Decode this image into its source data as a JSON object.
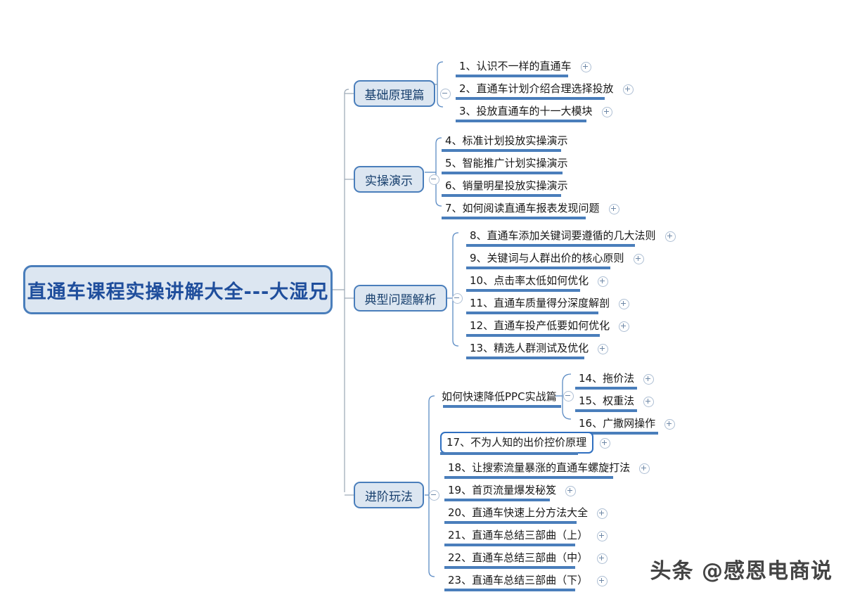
{
  "mindmap": {
    "root": {
      "label": "直通车课程实操讲解大全---大湿兄"
    },
    "branches": [
      {
        "label": "基础原理篇",
        "toggle": "collapse-icon",
        "items": [
          {
            "label": "1、认识不一样的直通车",
            "toggle": "expand-icon"
          },
          {
            "label": "2、直通车计划介绍合理选择投放",
            "toggle": "expand-icon"
          },
          {
            "label": "3、投放直通车的十一大模块",
            "toggle": "expand-icon"
          }
        ]
      },
      {
        "label": "实操演示",
        "toggle": "collapse-icon",
        "items": [
          {
            "label": "4、标准计划投放实操演示",
            "toggle": "none"
          },
          {
            "label": "5、智能推广计划实操演示",
            "toggle": "none"
          },
          {
            "label": "6、销量明星投放实操演示",
            "toggle": "none"
          },
          {
            "label": "7、如何阅读直通车报表发现问题",
            "toggle": "expand-icon"
          }
        ]
      },
      {
        "label": "典型问题解析",
        "toggle": "collapse-icon",
        "items": [
          {
            "label": "8、直通车添加关键词要遵循的几大法则",
            "toggle": "expand-icon"
          },
          {
            "label": "9、关键词与人群出价的核心原则",
            "toggle": "expand-icon"
          },
          {
            "label": "10、点击率太低如何优化",
            "toggle": "expand-icon"
          },
          {
            "label": "11、直通车质量得分深度解剖",
            "toggle": "expand-icon"
          },
          {
            "label": "12、直通车投产低要如何优化",
            "toggle": "expand-icon"
          },
          {
            "label": "13、精选人群测试及优化",
            "toggle": "expand-icon"
          }
        ]
      },
      {
        "label": "进阶玩法",
        "toggle": "collapse-icon",
        "subbranch": {
          "label": "如何快速降低PPC实战篇",
          "toggle": "collapse-icon",
          "items": [
            {
              "label": "14、拖价法",
              "toggle": "expand-icon"
            },
            {
              "label": "15、权重法",
              "toggle": "expand-icon"
            },
            {
              "label": "16、广撒网操作",
              "toggle": "expand-icon"
            }
          ]
        },
        "items": [
          {
            "label": "17、不为人知的出价控价原理",
            "toggle": "expand-icon",
            "selected": true
          },
          {
            "label": "18、让搜索流量暴涨的直通车螺旋打法",
            "toggle": "expand-icon"
          },
          {
            "label": "19、首页流量爆发秘笈",
            "toggle": "expand-icon"
          },
          {
            "label": "20、直通车快速上分方法大全",
            "toggle": "expand-icon"
          },
          {
            "label": "21、直通车总结三部曲（上）",
            "toggle": "expand-icon"
          },
          {
            "label": "22、直通车总结三部曲（中）",
            "toggle": "expand-icon"
          },
          {
            "label": "23、直通车总结三部曲（下）",
            "toggle": "expand-icon"
          }
        ]
      }
    ],
    "watermark": "头条 @感恩电商说",
    "colors": {
      "node_border": "#4a7ebb",
      "node_fill": "#dce6f1",
      "root_text": "#1f4e9c",
      "underline": "#4a7ebb",
      "connector": "#9aa7b5",
      "selection_border": "#2f6fc0"
    }
  }
}
